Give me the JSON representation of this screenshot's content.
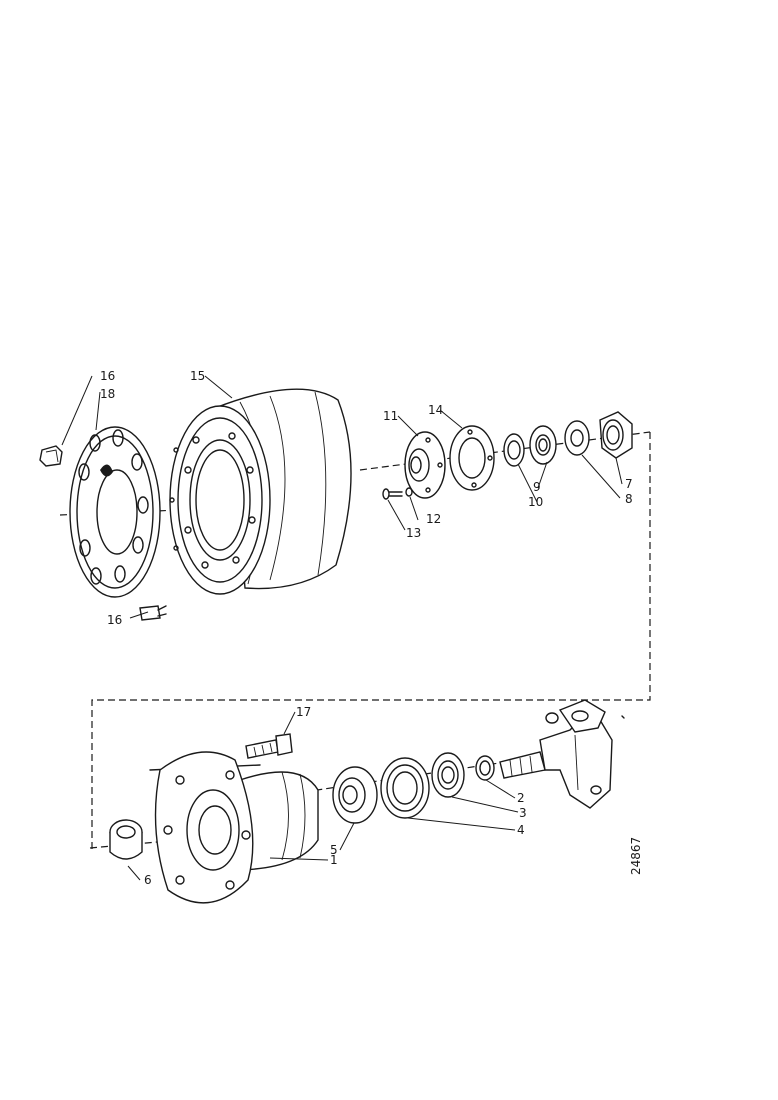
{
  "diagram": {
    "callouts": {
      "c1": "1",
      "c2": "2",
      "c3": "3",
      "c4": "4",
      "c5": "5",
      "c6": "6",
      "c7": "7",
      "c8": "8",
      "c9": "9",
      "c10": "10",
      "c11": "11",
      "c12": "12",
      "c13": "13",
      "c14": "14",
      "c15": "15",
      "c16a": "16",
      "c16b": "16",
      "c17": "17",
      "c18": "18"
    },
    "drawing_code": "24867"
  }
}
